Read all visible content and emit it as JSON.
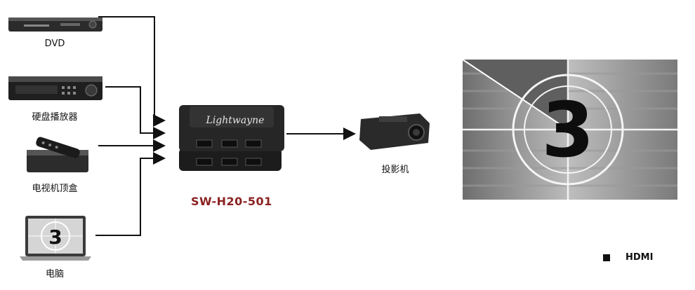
{
  "devices": {
    "dvd": {
      "label": "DVD"
    },
    "hdd_player": {
      "label": "硬盘播放器"
    },
    "set_top_box": {
      "label": "电视机顶盒"
    },
    "computer": {
      "label": "电脑",
      "screen_digit": "3"
    },
    "projector": {
      "label": "投影机"
    }
  },
  "switcher": {
    "model": "SW-H20-501",
    "brand": "Lightwayne"
  },
  "display": {
    "countdown_digit": "3"
  },
  "legend": {
    "items": [
      {
        "label": "HDMI",
        "color": "#111111"
      }
    ]
  }
}
